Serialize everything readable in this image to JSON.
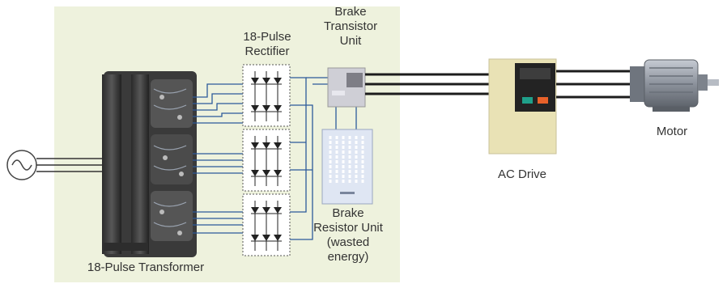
{
  "labels": {
    "rectifier": "18-Pulse\nRectifier",
    "brake_transistor": "Brake\nTransistor\nUnit",
    "brake_resistor": "Brake\nResistor Unit\n(wasted\nenergy)",
    "transformer": "18-Pulse Transformer",
    "ac_drive": "AC Drive",
    "motor": "Motor"
  },
  "colors": {
    "panel_background": "#eef2dd",
    "wiring": "#2c5a9a",
    "dc_bus": "#1c1c1c",
    "drive_body": "#e9e2b5",
    "drive_display": "#232323",
    "drive_key_left": "#1fa08a",
    "drive_key_right": "#e8612a",
    "resistor_body": "#dfe6f3",
    "transistor_body": "#cfcfd6",
    "motor_body": "#9aa0aa"
  },
  "icons": [
    "ac-source-icon",
    "transformer-icon",
    "diode-bridge-icon",
    "brake-transistor-icon",
    "brake-resistor-icon",
    "ac-drive-icon",
    "motor-icon"
  ]
}
